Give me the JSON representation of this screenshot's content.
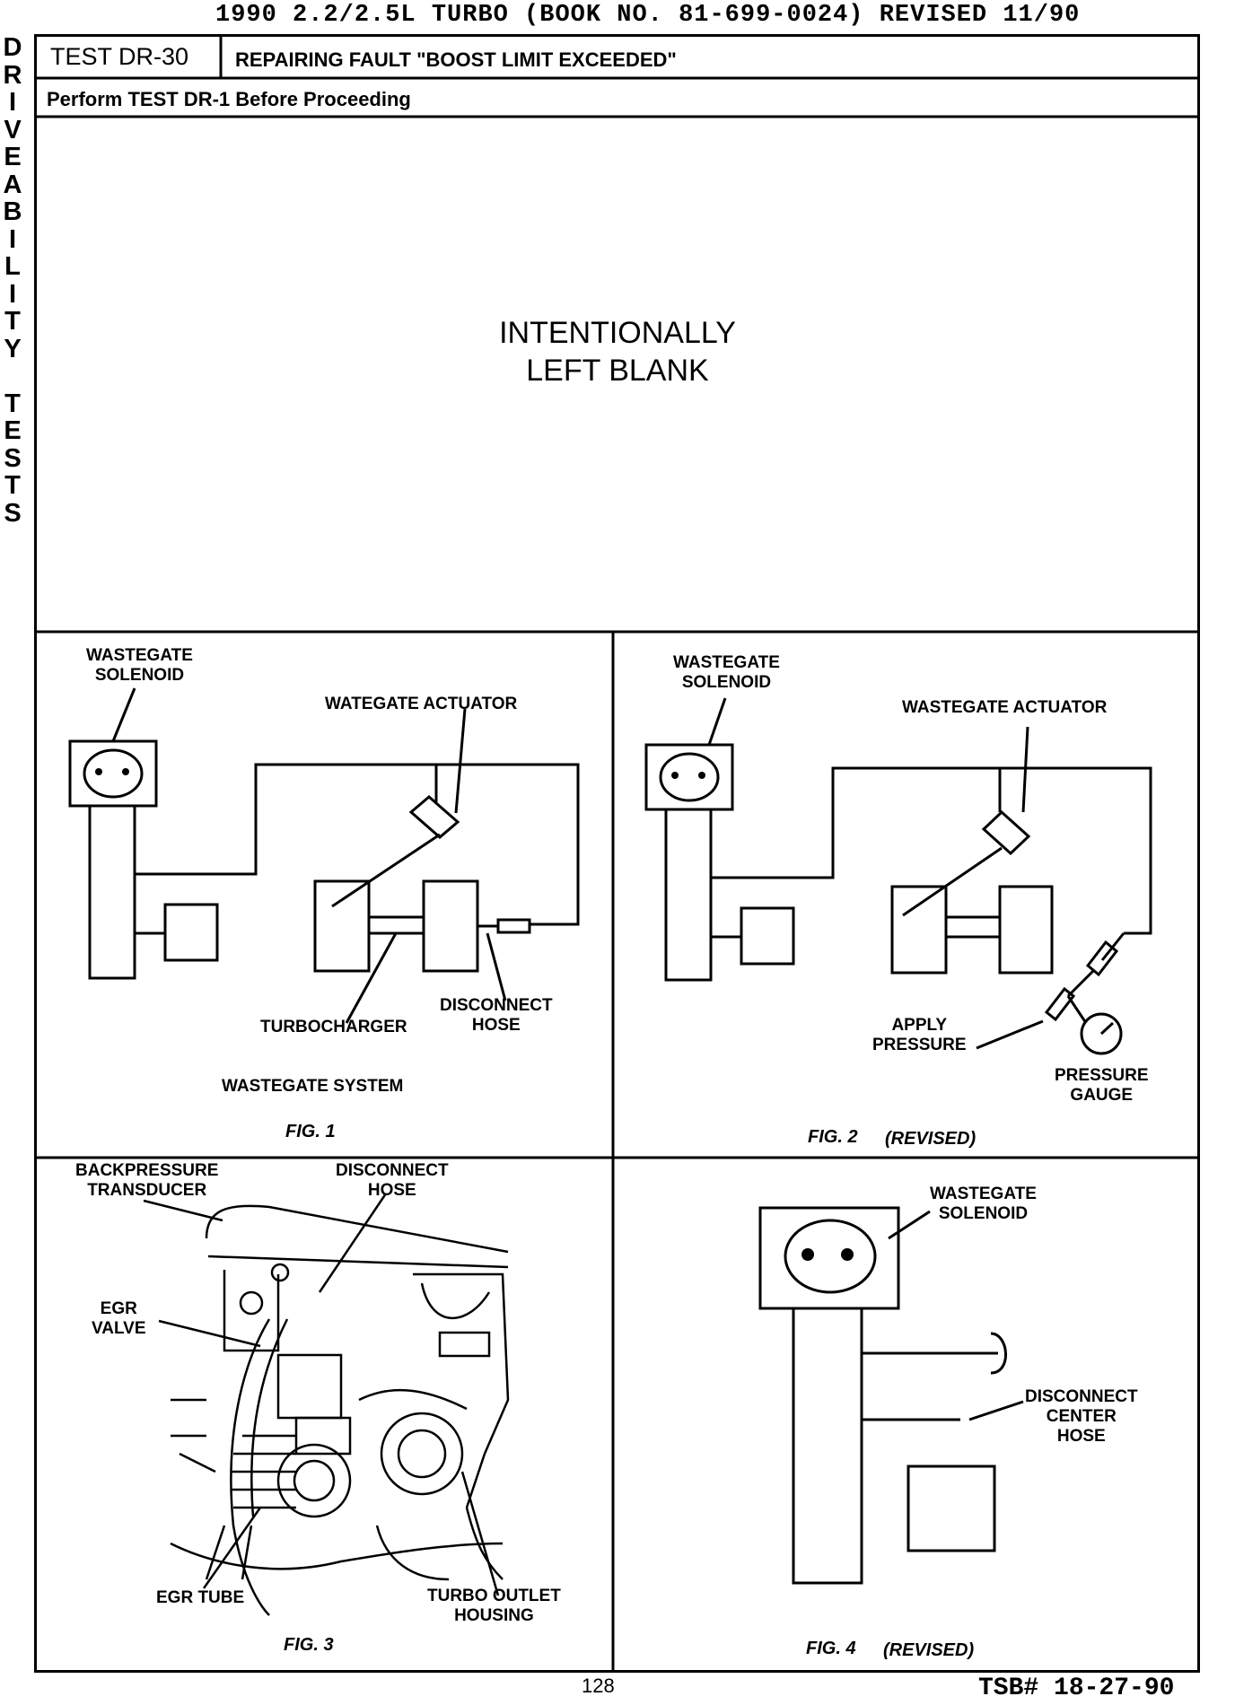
{
  "header": {
    "title": "1990 2.2/2.5L TURBO (BOOK NO. 81-699-0024) REVISED 11/90"
  },
  "side_tab": [
    "D",
    "R",
    "I",
    "V",
    "E",
    "A",
    "B",
    "I",
    "L",
    "I",
    "T",
    "Y",
    " ",
    "T",
    "E",
    "S",
    "T",
    "S"
  ],
  "test": {
    "id": "TEST DR-30",
    "title": "REPAIRING FAULT \"BOOST LIMIT EXCEEDED\"",
    "prerequisite": "Perform TEST DR-1 Before Proceeding"
  },
  "blank_notice": {
    "line1": "INTENTIONALLY",
    "line2": "LEFT BLANK"
  },
  "fig1": {
    "caption": "FIG. 1",
    "system_label": "WASTEGATE SYSTEM",
    "solenoid_label_1": "WASTEGATE",
    "solenoid_label_2": "SOLENOID",
    "actuator_label": "WATEGATE ACTUATOR",
    "turbocharger_label": "TURBOCHARGER",
    "hose_label_1": "DISCONNECT",
    "hose_label_2": "HOSE"
  },
  "fig2": {
    "caption": "FIG. 2",
    "revised": "(REVISED)",
    "solenoid_label_1": "WASTEGATE",
    "solenoid_label_2": "SOLENOID",
    "actuator_label": "WASTEGATE ACTUATOR",
    "apply_label_1": "APPLY",
    "apply_label_2": "PRESSURE",
    "gauge_label_1": "PRESSURE",
    "gauge_label_2": "GAUGE"
  },
  "fig3": {
    "caption": "FIG. 3",
    "backpressure_label_1": "BACKPRESSURE",
    "backpressure_label_2": "TRANSDUCER",
    "hose_label_1": "DISCONNECT",
    "hose_label_2": "HOSE",
    "egr_valve_label_1": "EGR",
    "egr_valve_label_2": "VALVE",
    "egr_tube_label": "EGR TUBE",
    "outlet_label_1": "TURBO OUTLET",
    "outlet_label_2": "HOUSING"
  },
  "fig4": {
    "caption": "FIG. 4",
    "revised": "(REVISED)",
    "solenoid_label_1": "WASTEGATE",
    "solenoid_label_2": "SOLENOID",
    "hose_label_1": "DISCONNECT",
    "hose_label_2": "CENTER",
    "hose_label_3": "HOSE"
  },
  "footer": {
    "page_number": "128",
    "tsb": "TSB# 18-27-90"
  }
}
